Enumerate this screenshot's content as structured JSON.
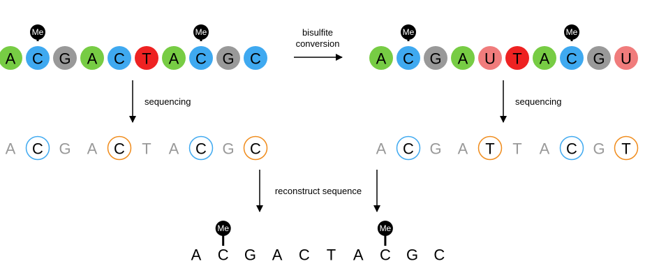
{
  "colors": {
    "A": "#77cc44",
    "C": "#3fa9f0",
    "G": "#999999",
    "T": "#ee2222",
    "U": "#f07c7c",
    "methyl": "#000000",
    "seq_gray": "#999999",
    "ring_blue": "#3fa9f0",
    "ring_orange": "#f08c1c"
  },
  "labels": {
    "conversion_line1": "bisulfite",
    "conversion_line2": "conversion",
    "sequencing_left": "sequencing",
    "sequencing_right": "sequencing",
    "reconstruct": "reconstruct sequence",
    "methyl": "Me"
  },
  "original_sequence": {
    "bases": [
      "A",
      "C",
      "G",
      "A",
      "C",
      "T",
      "A",
      "C",
      "G",
      "C"
    ],
    "methylated": [
      false,
      true,
      false,
      false,
      false,
      false,
      false,
      true,
      false,
      false
    ]
  },
  "converted_sequence": {
    "bases": [
      "A",
      "C",
      "G",
      "A",
      "U",
      "T",
      "A",
      "C",
      "G",
      "U"
    ],
    "methylated": [
      false,
      true,
      false,
      false,
      false,
      false,
      false,
      true,
      false,
      false
    ]
  },
  "read_left": {
    "bases": [
      "A",
      "C",
      "G",
      "A",
      "C",
      "T",
      "A",
      "C",
      "G",
      "C"
    ],
    "ring": [
      "none",
      "blue",
      "none",
      "none",
      "orange",
      "none",
      "none",
      "blue",
      "none",
      "orange"
    ]
  },
  "read_right": {
    "bases": [
      "A",
      "C",
      "G",
      "A",
      "T",
      "T",
      "A",
      "C",
      "G",
      "T"
    ],
    "ring": [
      "none",
      "blue",
      "none",
      "none",
      "orange",
      "none",
      "none",
      "blue",
      "none",
      "orange"
    ]
  },
  "reconstructed": {
    "bases": [
      "A",
      "C",
      "G",
      "A",
      "C",
      "T",
      "A",
      "C",
      "G",
      "C"
    ],
    "methylated": [
      false,
      true,
      false,
      false,
      false,
      false,
      false,
      true,
      false,
      false
    ]
  }
}
